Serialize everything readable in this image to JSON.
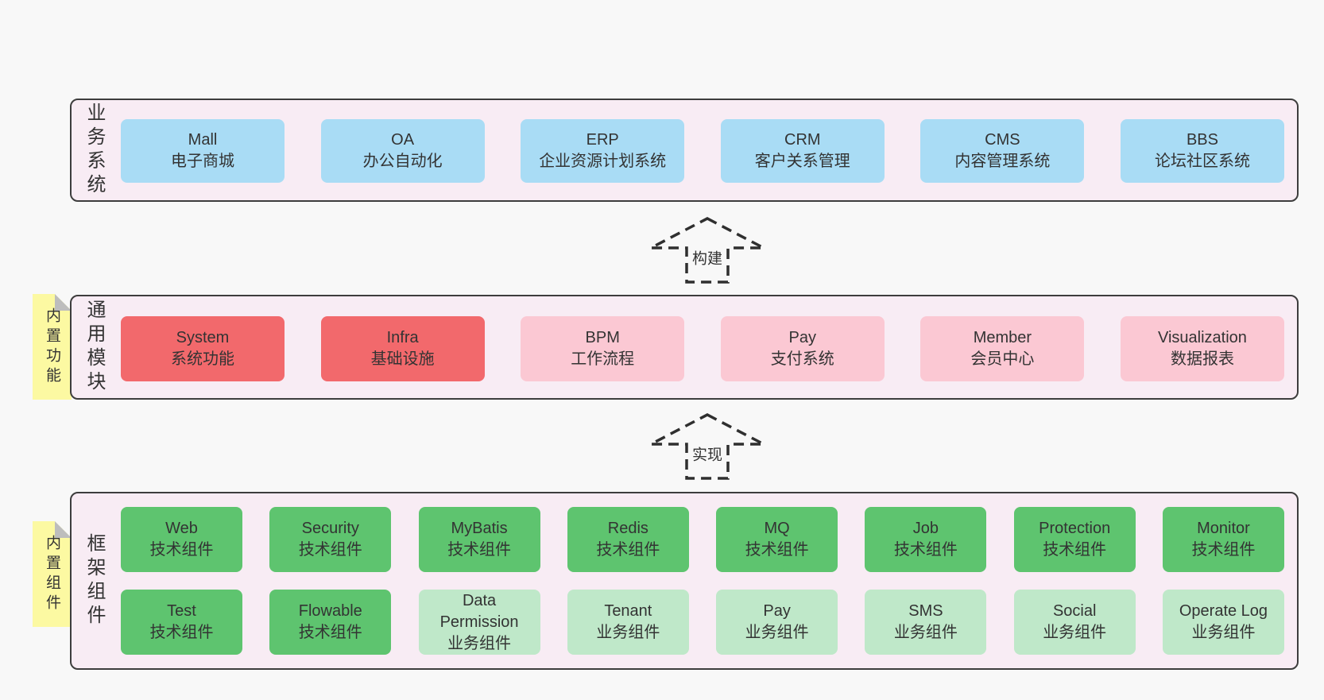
{
  "colors": {
    "page_background": "#f8f8f8",
    "panel_background": "#f8ecf4",
    "panel_border": "#3d3d3d",
    "box_blue": "#a9dcf5",
    "box_red": "#f2696c",
    "box_pink": "#fbc8d3",
    "box_green": "#5ec46f",
    "box_light_green": "#bfe8c9",
    "note_yellow": "#fcf9a2",
    "note_fold_gray": "#bdbdbd",
    "text": "#333333"
  },
  "arrows": {
    "build_label": "构建",
    "implement_label": "实现"
  },
  "business": {
    "label": "业务系统",
    "boxes": [
      {
        "title": "Mall",
        "subtitle": "电子商城"
      },
      {
        "title": "OA",
        "subtitle": "办公自动化"
      },
      {
        "title": "ERP",
        "subtitle": "企业资源计划系统"
      },
      {
        "title": "CRM",
        "subtitle": "客户关系管理"
      },
      {
        "title": "CMS",
        "subtitle": "内容管理系统"
      },
      {
        "title": "BBS",
        "subtitle": "论坛社区系统"
      }
    ]
  },
  "modules": {
    "label": "通用模块",
    "note": "内置功能",
    "boxes": [
      {
        "title": "System",
        "subtitle": "系统功能"
      },
      {
        "title": "Infra",
        "subtitle": "基础设施"
      },
      {
        "title": "BPM",
        "subtitle": "工作流程"
      },
      {
        "title": "Pay",
        "subtitle": "支付系统"
      },
      {
        "title": "Member",
        "subtitle": "会员中心"
      },
      {
        "title": "Visualization",
        "subtitle": "数据报表"
      }
    ]
  },
  "components": {
    "label": "框架组件",
    "note": "内置组件",
    "row1": [
      {
        "title": "Web",
        "subtitle": "技术组件"
      },
      {
        "title": "Security",
        "subtitle": "技术组件"
      },
      {
        "title": "MyBatis",
        "subtitle": "技术组件"
      },
      {
        "title": "Redis",
        "subtitle": "技术组件"
      },
      {
        "title": "MQ",
        "subtitle": "技术组件"
      },
      {
        "title": "Job",
        "subtitle": "技术组件"
      },
      {
        "title": "Protection",
        "subtitle": "技术组件"
      },
      {
        "title": "Monitor",
        "subtitle": "技术组件"
      }
    ],
    "row2": [
      {
        "title": "Test",
        "subtitle": "技术组件"
      },
      {
        "title": "Flowable",
        "subtitle": "技术组件"
      },
      {
        "title": "Data Permission",
        "subtitle": "业务组件"
      },
      {
        "title": "Tenant",
        "subtitle": "业务组件"
      },
      {
        "title": "Pay",
        "subtitle": "业务组件"
      },
      {
        "title": "SMS",
        "subtitle": "业务组件"
      },
      {
        "title": "Social",
        "subtitle": "业务组件"
      },
      {
        "title": "Operate Log",
        "subtitle": "业务组件"
      }
    ]
  }
}
